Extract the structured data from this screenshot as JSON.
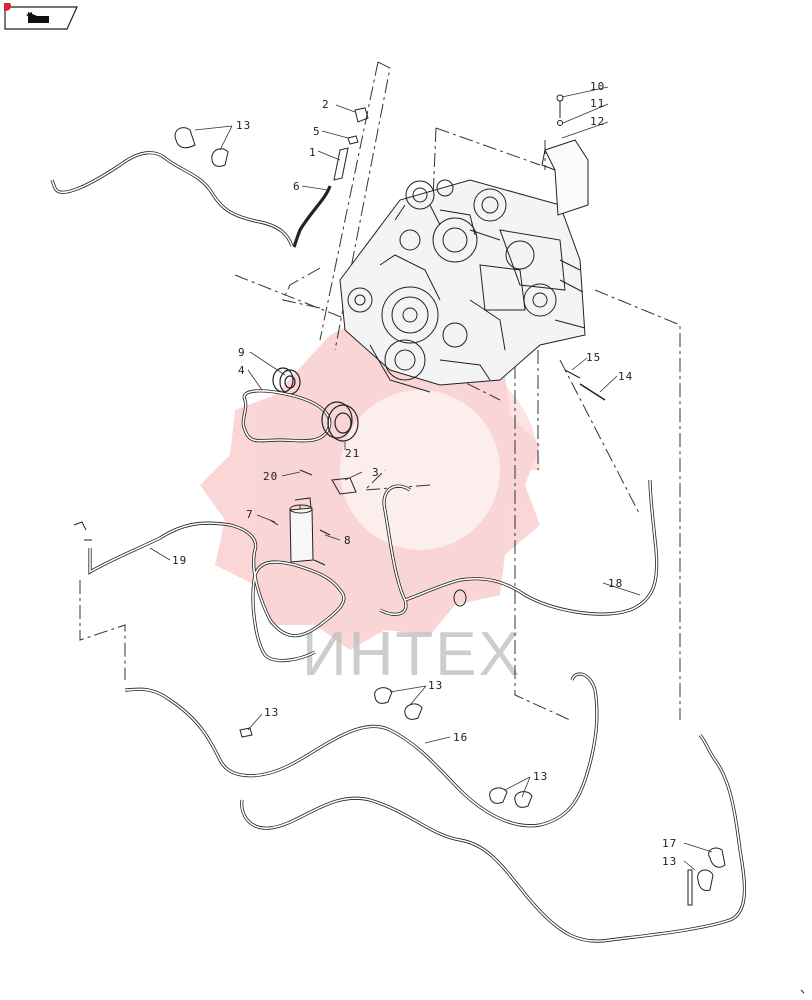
{
  "watermark": {
    "text": "ИНТЕХ",
    "color": "#f4a7a7"
  },
  "nav": {
    "icon": "return-arrow-icon",
    "badge_color": "#d9262c"
  },
  "callouts": {
    "c1": "1",
    "c2": "2",
    "c3": "3",
    "c4": "4",
    "c5": "5",
    "c6": "6",
    "c7": "7",
    "c8": "8",
    "c9": "9",
    "c10": "10",
    "c11": "11",
    "c12": "12",
    "c13a": "13",
    "c13b": "13",
    "c13c": "13",
    "c13d": "13",
    "c13e": "13",
    "c14": "14",
    "c15": "15",
    "c16": "16",
    "c17": "17",
    "c18": "18",
    "c19": "19",
    "c20": "20",
    "c21": "21"
  }
}
